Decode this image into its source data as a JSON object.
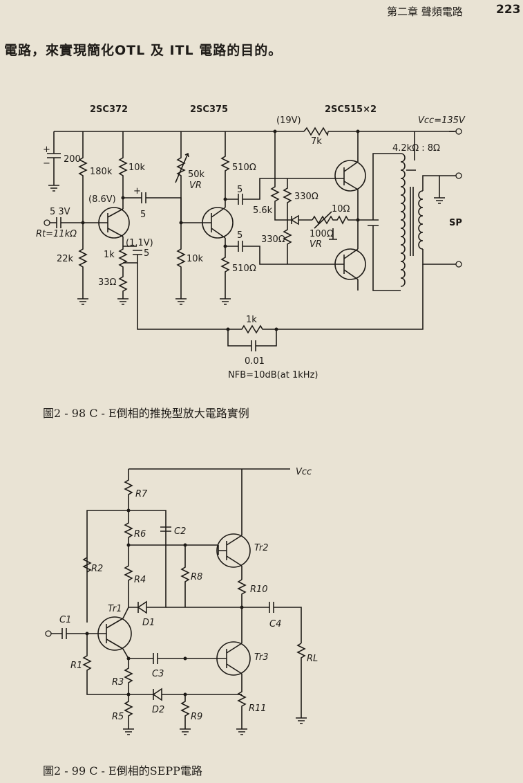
{
  "header": {
    "chapter": "第二章 聲頻電路",
    "page_number": "223"
  },
  "body_text": "電路，來實現簡化OTL 及 ITL 電路的目的。",
  "figure98": {
    "caption": "圖2 - 98 C - E倒相的推挽型放大電路實例",
    "transistors": [
      "2SC372",
      "2SC375",
      "2SC515×2"
    ],
    "vcc": "Vcc=135V",
    "v19": "(19V)",
    "r7k": "7k",
    "load": "4.2kΩ : 8Ω",
    "c200": "200",
    "r180k": "180k",
    "r10k_a": "10k",
    "v86": "(8.6V)",
    "c5a": "5",
    "r50k": "50k",
    "vr": "VR",
    "r510a": "510Ω",
    "c5b": "5",
    "r56k": "5.6k",
    "r330a": "330Ω",
    "r10": "10Ω",
    "r100": "100Ω",
    "vr2": "VR",
    "c5c": "5",
    "r330b": "330Ω",
    "r510b": "510Ω",
    "in53v": "5 3V",
    "rt": "Rt=11kΩ",
    "r22k": "22k",
    "v11": "(1.1V)",
    "r1k": "1k",
    "c5d": "5",
    "r33": "33Ω",
    "r10k_b": "10k",
    "sp": "SP",
    "nfb_r": "1k",
    "nfb_c": "0.01",
    "nfb": "NFB=10dB(at 1kHz)"
  },
  "figure99": {
    "caption": "圖2 - 99 C - E倒相的SEPP電路",
    "vcc": "Vcc",
    "labels": {
      "R7": "R7",
      "R6": "R6",
      "C2": "C2",
      "R2": "R2",
      "R8": "R8",
      "R4": "R4",
      "Tr2": "Tr2",
      "R10": "R10",
      "Tr1": "Tr1",
      "D1": "D1",
      "C4": "C4",
      "C1": "C1",
      "R1": "R1",
      "C3": "C3",
      "Tr3": "Tr3",
      "RL": "RL",
      "R3": "R3",
      "D2": "D2",
      "R5": "R5",
      "R9": "R9",
      "R11": "R11"
    }
  }
}
